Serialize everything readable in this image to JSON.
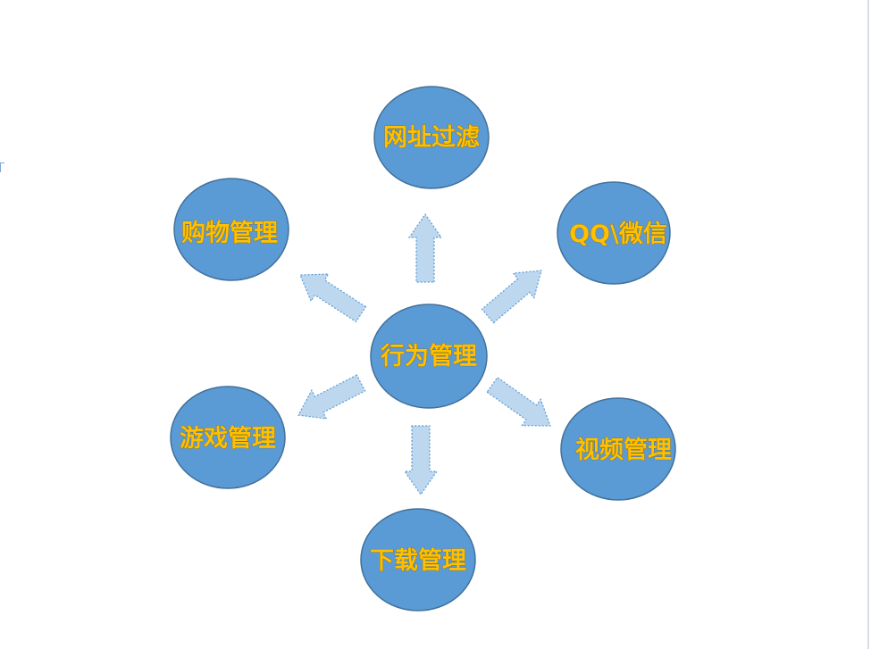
{
  "diagram": {
    "center": {
      "label": "行为管理"
    },
    "nodes": [
      {
        "id": "url-filter",
        "label": "网址过滤"
      },
      {
        "id": "qq-wechat",
        "label": "QQ\\微信"
      },
      {
        "id": "video",
        "label": "视频管理"
      },
      {
        "id": "download",
        "label": "下载管理"
      },
      {
        "id": "game",
        "label": "游戏管理"
      },
      {
        "id": "shopping",
        "label": "购物管理"
      }
    ]
  },
  "colors": {
    "node_fill": "#5b9bd5",
    "node_stroke": "#41719c",
    "label_text": "#ffc000",
    "arrow_fill": "#bdd7ee",
    "arrow_stroke": "#5b9bd5",
    "background": "#ffffff"
  }
}
